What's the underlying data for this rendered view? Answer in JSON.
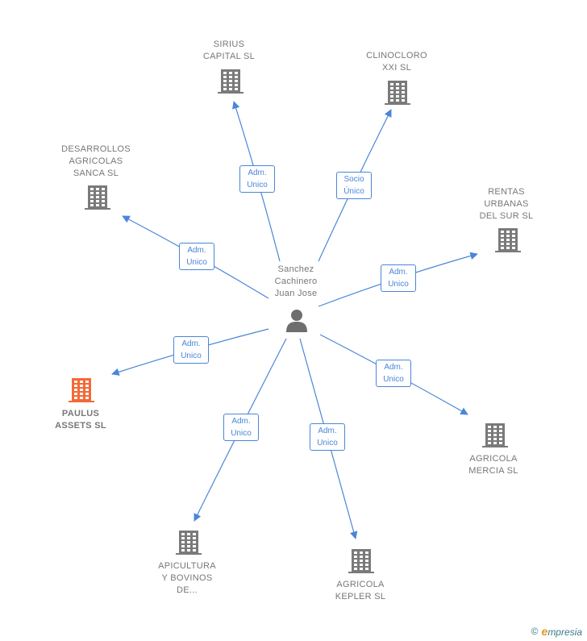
{
  "center": {
    "label": "Sanchez\nCachinero\nJuan Jose"
  },
  "companies": [
    {
      "id": "sirius",
      "label": "SIRIUS\nCAPITAL  SL",
      "relation": "Adm.\nUnico",
      "highlight": false
    },
    {
      "id": "clinocloro",
      "label": "CLINOCLORO\nXXI SL",
      "relation": "Socio\nÚnico",
      "highlight": false
    },
    {
      "id": "desarrollos",
      "label": "DESARROLLOS\nAGRICOLAS\nSANCA  SL",
      "relation": "Adm.\nUnico",
      "highlight": false
    },
    {
      "id": "rentas",
      "label": "RENTAS\nURBANAS\nDEL SUR  SL",
      "relation": "Adm.\nUnico",
      "highlight": false
    },
    {
      "id": "paulus",
      "label": "PAULUS\nASSETS  SL",
      "relation": "Adm.\nUnico",
      "highlight": true
    },
    {
      "id": "mercia",
      "label": "AGRICOLA\nMERCIA  SL",
      "relation": "Adm.\nUnico",
      "highlight": false
    },
    {
      "id": "apicultura",
      "label": "APICULTURA\nY BOVINOS\nDE...",
      "relation": "Adm.\nUnico",
      "highlight": false
    },
    {
      "id": "kepler",
      "label": "AGRICOLA\nKEPLER  SL",
      "relation": "Adm.\nUnico",
      "highlight": false
    }
  ],
  "colors": {
    "edge": "#4a86d8",
    "icon": "#7a7a7a",
    "highlight": "#f26a35",
    "person": "#6e6e6e"
  },
  "watermark": {
    "copyright": "©",
    "brand_initial": "e",
    "brand_rest": "mpresia"
  }
}
